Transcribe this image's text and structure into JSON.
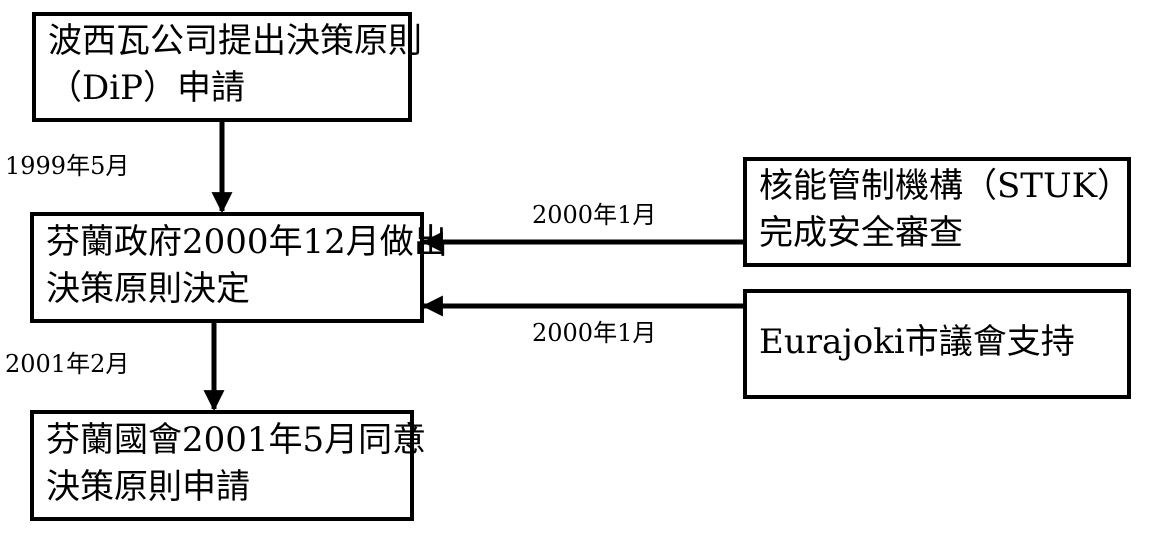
{
  "nodes": {
    "dip_application": {
      "lines": [
        "波西瓦公司提出決策原則",
        "（DiP）申請"
      ]
    },
    "government_decision": {
      "lines": [
        "芬蘭政府2000年12月做出",
        "決策原則決定"
      ]
    },
    "parliament_approval": {
      "lines": [
        "芬蘭國會2001年5月同意",
        "決策原則申請"
      ]
    },
    "stuk_review": {
      "lines": [
        "核能管制機構（STUK）",
        "完成安全審查"
      ]
    },
    "eurajoki_support": {
      "lines": [
        "Eurajoki市議會支持"
      ]
    }
  },
  "edges": {
    "dip_to_government": {
      "label": "1999年5月"
    },
    "government_to_parliament": {
      "label": "2001年2月"
    },
    "stuk_to_government": {
      "label": "2000年1月"
    },
    "eurajoki_to_government": {
      "label": "2000年1月"
    }
  }
}
